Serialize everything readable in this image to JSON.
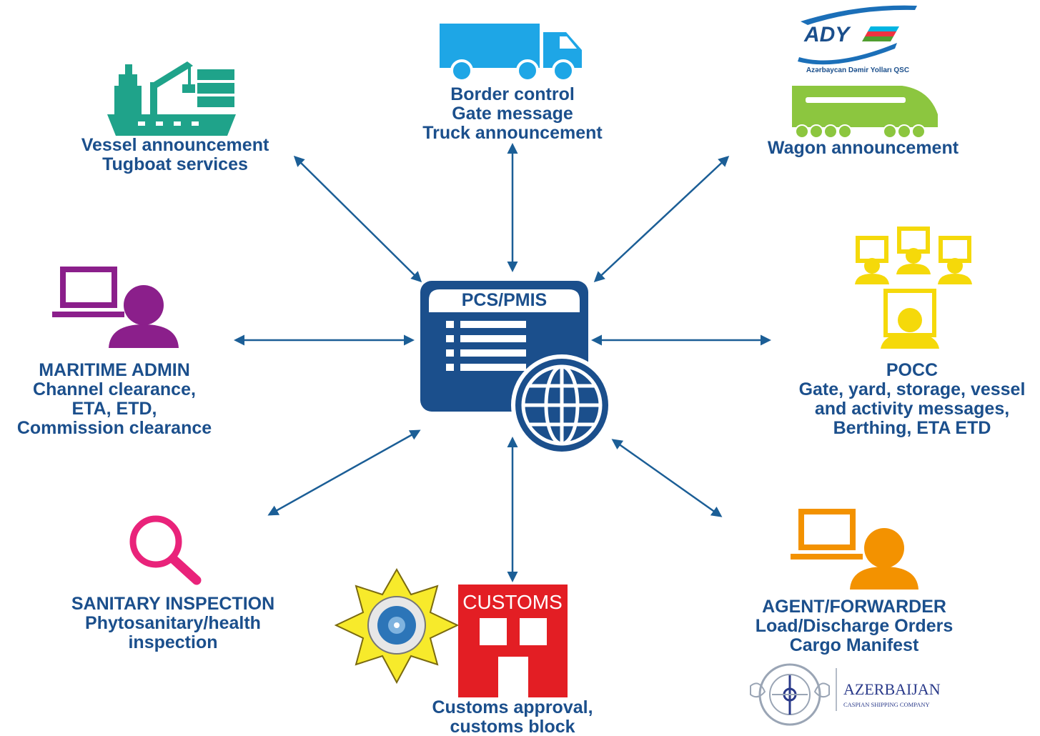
{
  "center": {
    "title": "PCS/PMIS"
  },
  "nodes": {
    "vessel": {
      "lines": [
        "Vessel announcement",
        "Tugboat services"
      ]
    },
    "border": {
      "lines": [
        "Border control",
        "Gate message",
        "Truck announcement"
      ]
    },
    "wagon": {
      "lines": [
        "Wagon announcement"
      ]
    },
    "maritime": {
      "lines": [
        "MARITIME ADMIN",
        "Channel clearance,",
        "ETA, ETD,",
        "Commission clearance"
      ]
    },
    "pocc": {
      "lines": [
        "POCC",
        "Gate, yard, storage, vessel",
        "and activity messages,",
        "Berthing, ETA ETD"
      ]
    },
    "sanitary": {
      "lines": [
        "SANITARY INSPECTION",
        "Phytosanitary/health",
        "inspection"
      ]
    },
    "customs": {
      "lines": [
        "Customs approval,",
        "customs block"
      ],
      "sign": "CUSTOMS"
    },
    "agent": {
      "lines": [
        "AGENT/FORWARDER",
        "Load/Discharge Orders",
        "Cargo Manifest"
      ]
    }
  },
  "logos": {
    "ady": {
      "mark": "ADY",
      "subtitle": "Azərbaycan Dəmir Yolları QSC"
    },
    "caspian": {
      "name": "AZERBAIJAN",
      "subtitle": "CASPIAN SHIPPING COMPANY"
    }
  },
  "colors": {
    "label": "#1b4f8c",
    "arrow": "#1b5e96",
    "vessel": "#1fa38a",
    "truck": "#1ea6e6",
    "train": "#8cc63f",
    "maritime": "#8b1f8b",
    "pocc": "#f5d90a",
    "sanitary": "#e9237a",
    "customs": "#e31e24",
    "agent": "#f39200",
    "server": "#1b4f8c"
  }
}
